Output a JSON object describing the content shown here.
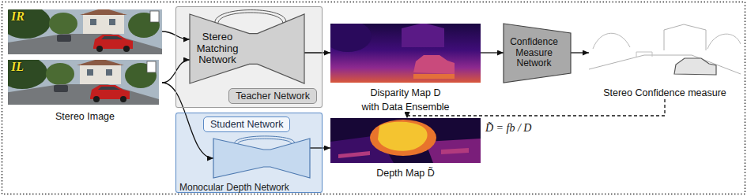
{
  "diagram": {
    "nodes": [
      {
        "text": [
          "IR"
        ]
      },
      {
        "text": [
          "IL"
        ]
      },
      {
        "text": [
          "Teacher Network"
        ]
      },
      {
        "text": [
          "Stereo Matching Network"
        ],
        "in": 2
      },
      {
        "text": [
          "Student Network"
        ]
      },
      {
        "text": [
          "Monocular Depth Network"
        ],
        "in": 4
      },
      {
        "text": [
          "Disparity Map D with Data Ensemble"
        ]
      },
      {
        "text": [
          "Confidence Measure Network"
        ]
      },
      {
        "text": [
          "Stereo Confidence measure"
        ]
      },
      {
        "text": [
          "Depth Map D̃"
        ]
      }
    ],
    "edges": [
      {
        "from": 0,
        "to": 3,
        "arrow": "to"
      },
      {
        "from": 1,
        "to": 3,
        "arrow": "to"
      },
      {
        "from": 1,
        "to": 5,
        "arrow": "to"
      },
      {
        "from": 3,
        "to": 6,
        "arrow": "to"
      },
      {
        "from": 6,
        "to": 7,
        "arrow": "to"
      },
      {
        "from": 7,
        "to": 8,
        "arrow": "to"
      },
      {
        "from": 6,
        "to": 9,
        "arrow": "to"
      },
      {
        "from": 8,
        "to": 9,
        "arrow": "to"
      },
      {
        "from": 5,
        "to": 9,
        "arrow": "to"
      }
    ],
    "labels": [
      "Stereo Image",
      "D̃ = fb / D"
    ]
  }
}
